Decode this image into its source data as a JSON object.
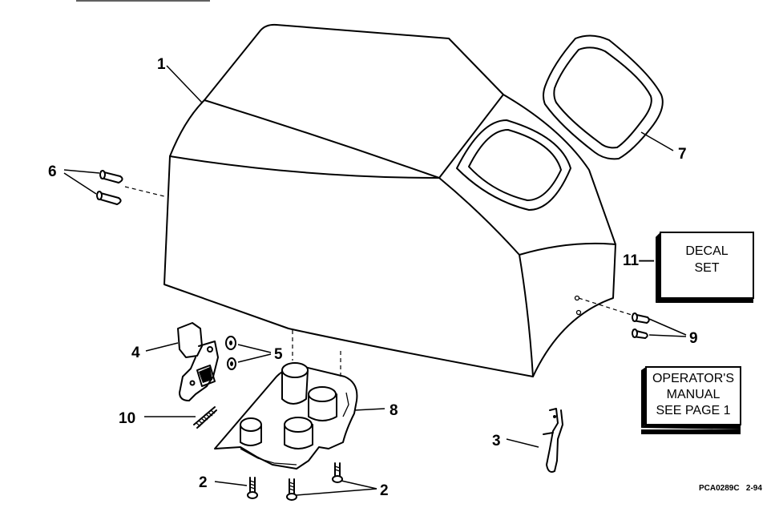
{
  "callouts": {
    "c1": "1",
    "c2a": "2",
    "c2b": "2",
    "c3": "3",
    "c4": "4",
    "c5": "5",
    "c6": "6",
    "c7": "7",
    "c8": "8",
    "c9": "9",
    "c10": "10",
    "c11": "11—"
  },
  "decal_box": {
    "line1": "DECAL",
    "line2": "SET"
  },
  "manual_box": {
    "line1": "OPERATOR'S",
    "line2": "MANUAL",
    "line3": "SEE PAGE 1"
  },
  "drawing_code": "PCA0289C   2-94"
}
